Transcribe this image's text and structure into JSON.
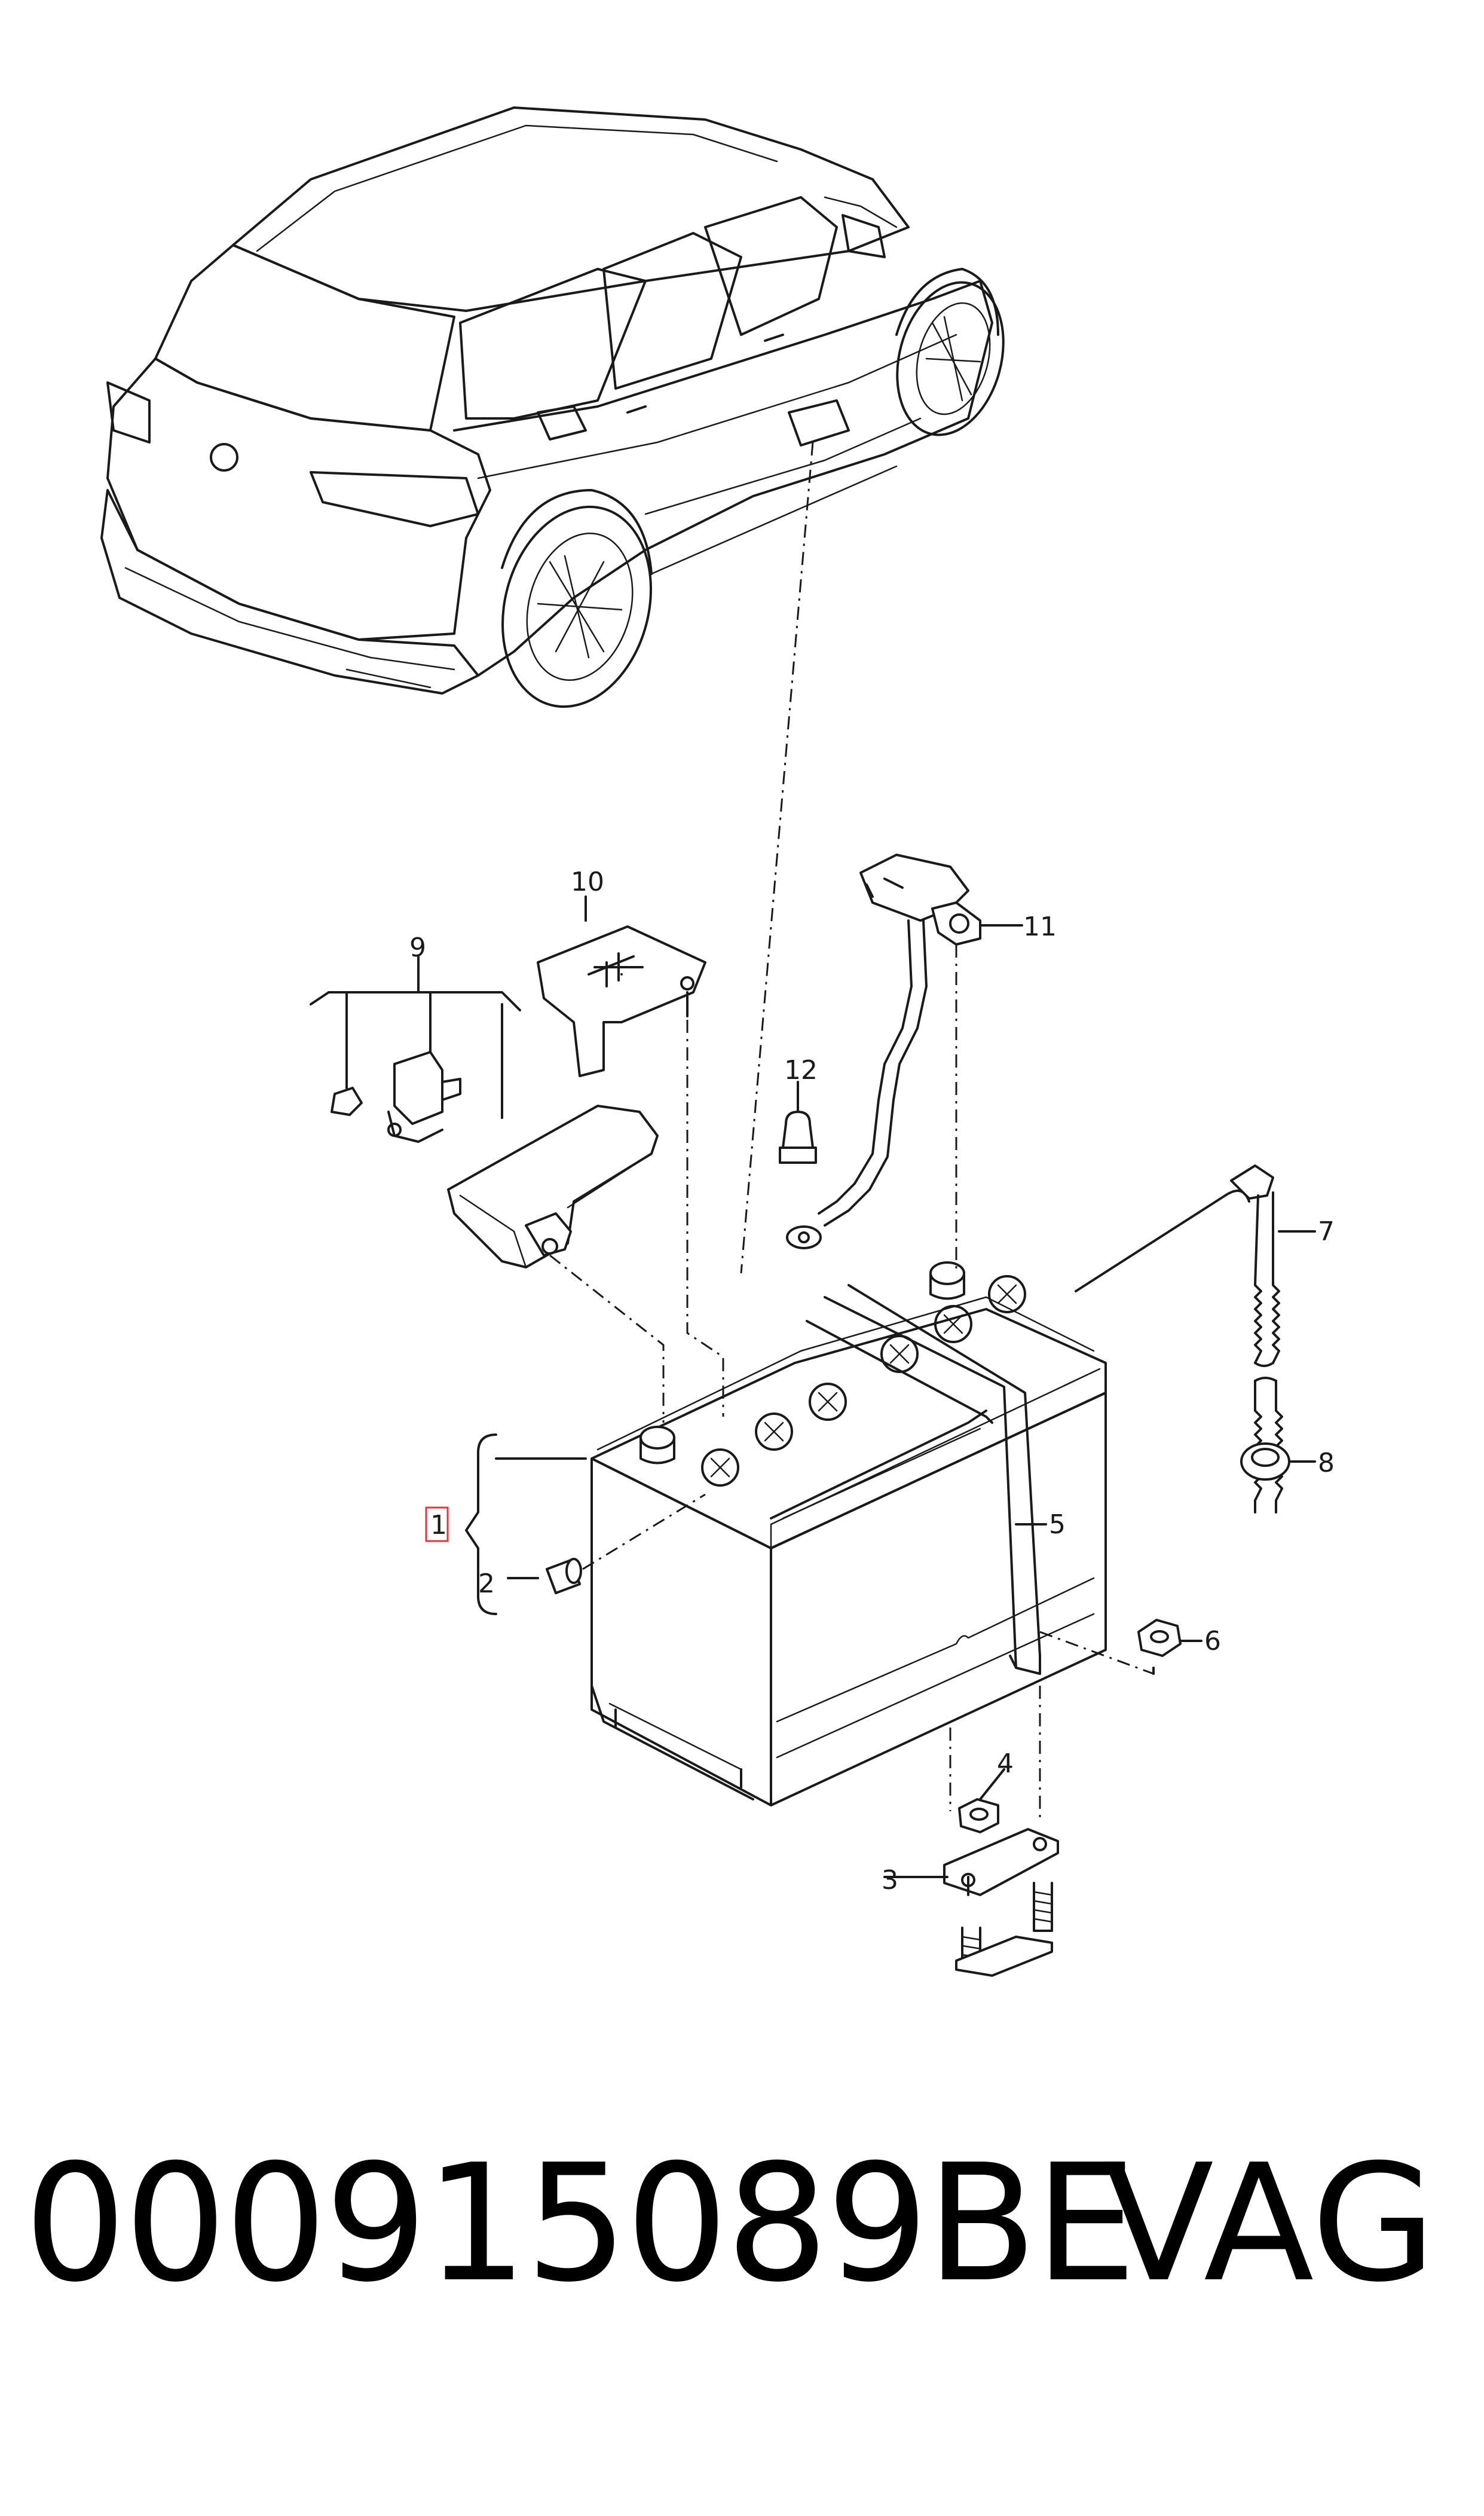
{
  "diagram": {
    "callouts": [
      {
        "id": "1",
        "label": "1",
        "highlighted": true
      },
      {
        "id": "2",
        "label": "2"
      },
      {
        "id": "3",
        "label": "3"
      },
      {
        "id": "4",
        "label": "4"
      },
      {
        "id": "5",
        "label": "5"
      },
      {
        "id": "6",
        "label": "6"
      },
      {
        "id": "7",
        "label": "7"
      },
      {
        "id": "8",
        "label": "8"
      },
      {
        "id": "9",
        "label": "9"
      },
      {
        "id": "10",
        "label": "10"
      },
      {
        "id": "11",
        "label": "11"
      },
      {
        "id": "12",
        "label": "12"
      }
    ],
    "highlight_color": "#e8343b"
  },
  "footer": {
    "part_number": "000915089BE",
    "brand": "VAG"
  }
}
